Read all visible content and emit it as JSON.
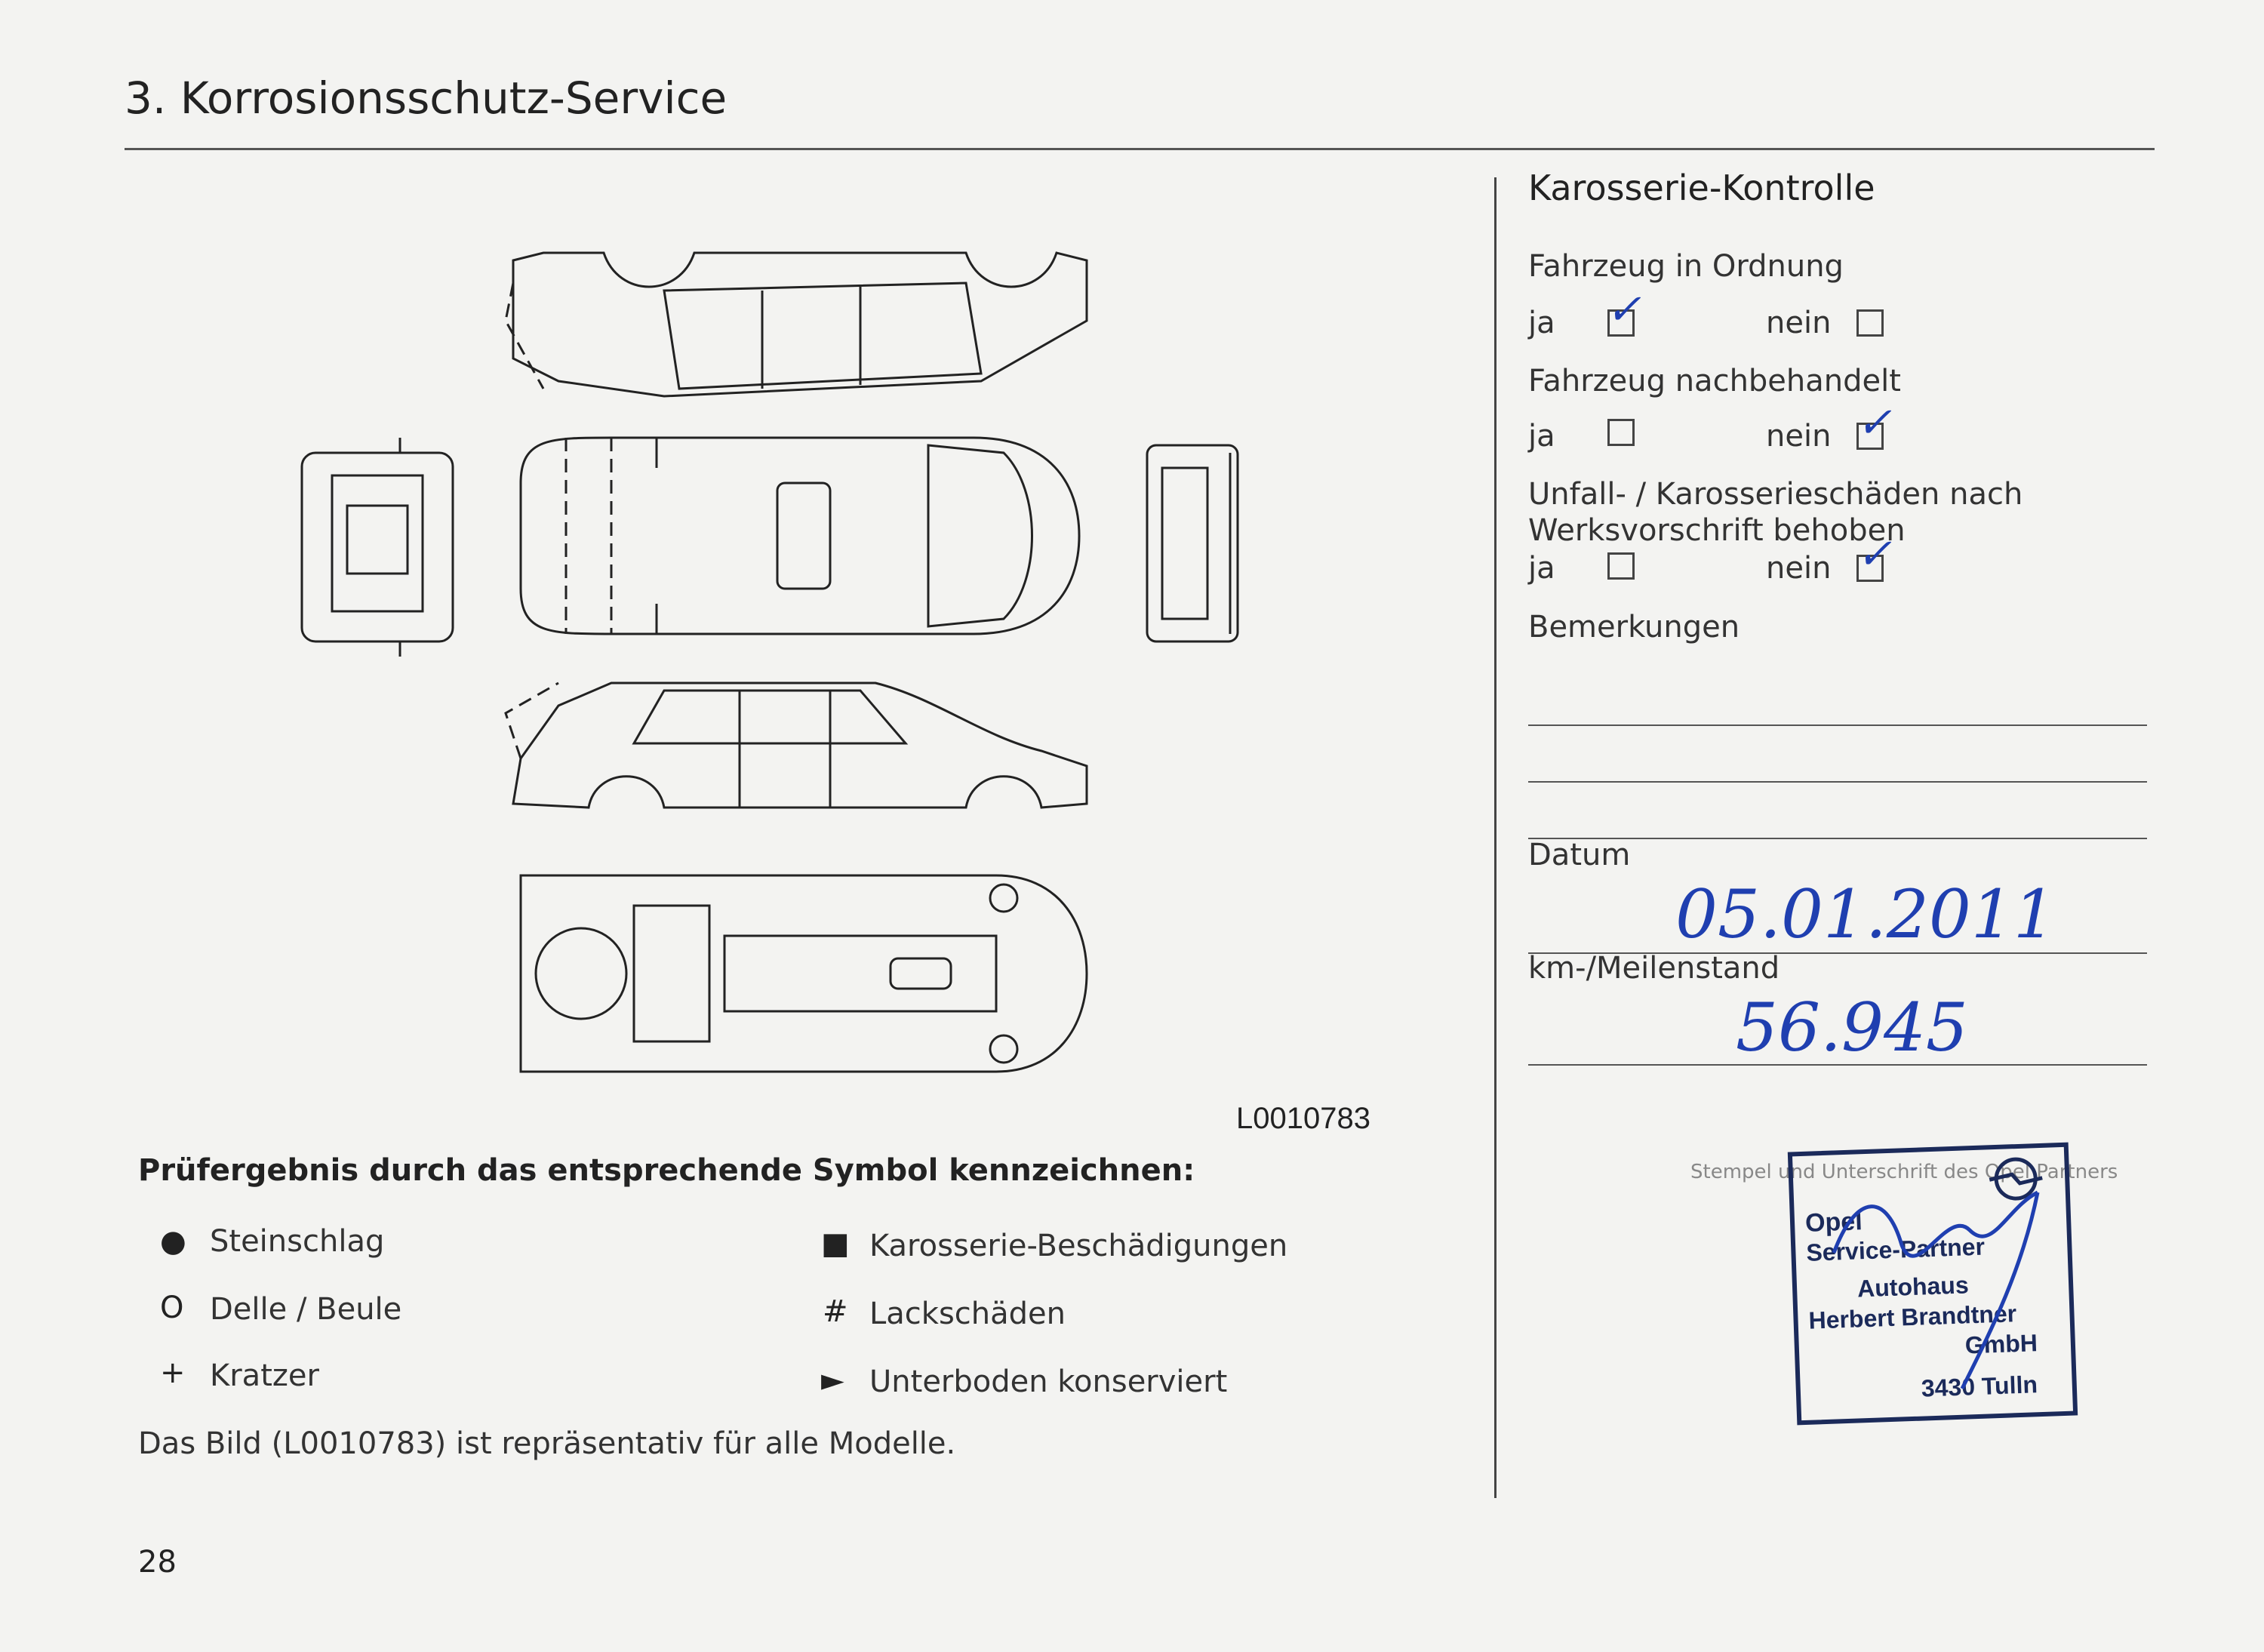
{
  "page_title": "3. Korrosionsschutz-Service",
  "right": {
    "heading": "Karosserie-Kontrolle",
    "q1": "Fahrzeug in Ordnung",
    "q2": "Fahrzeug nachbehandelt",
    "q3_line1": "Unfall- / Karosserieschäden nach",
    "q3_line2": "Werksvorschrift behoben",
    "yes": "ja",
    "no": "nein",
    "remarks": "Bemerkungen",
    "date_label": "Datum",
    "date_value": "05.01.2011",
    "km_label": "km-/Meilenstand",
    "km_value": "56.945",
    "stamp_caption": "Stempel und Unterschrift des Opel Partners",
    "stamp_lines": [
      "Opel",
      "Service-Partner",
      "Autohaus",
      "Herbert Brandtner",
      "GmbH",
      "3430 Tulln"
    ]
  },
  "answers": {
    "q1": "ja",
    "q2": "nein",
    "q3": "nein"
  },
  "figure_code": "L0010783",
  "legend": {
    "title": "Prüfergebnis durch das entsprechende Symbol kennzeichnen:",
    "items_left": [
      {
        "symbol": "●",
        "label": "Steinschlag"
      },
      {
        "symbol": "O",
        "label": "Delle / Beule"
      },
      {
        "symbol": "+",
        "label": "Kratzer"
      }
    ],
    "items_right": [
      {
        "symbol": "■",
        "label": "Karosserie-Beschädigungen"
      },
      {
        "symbol": "#",
        "label": "Lackschäden"
      },
      {
        "symbol": "►",
        "label": "Unterboden konserviert"
      }
    ]
  },
  "note": "Das Bild (L0010783) ist repräsentativ für alle Modelle.",
  "page_number": "28",
  "colors": {
    "ink": "#1f3fb0",
    "stamp": "#1b2a5a"
  }
}
